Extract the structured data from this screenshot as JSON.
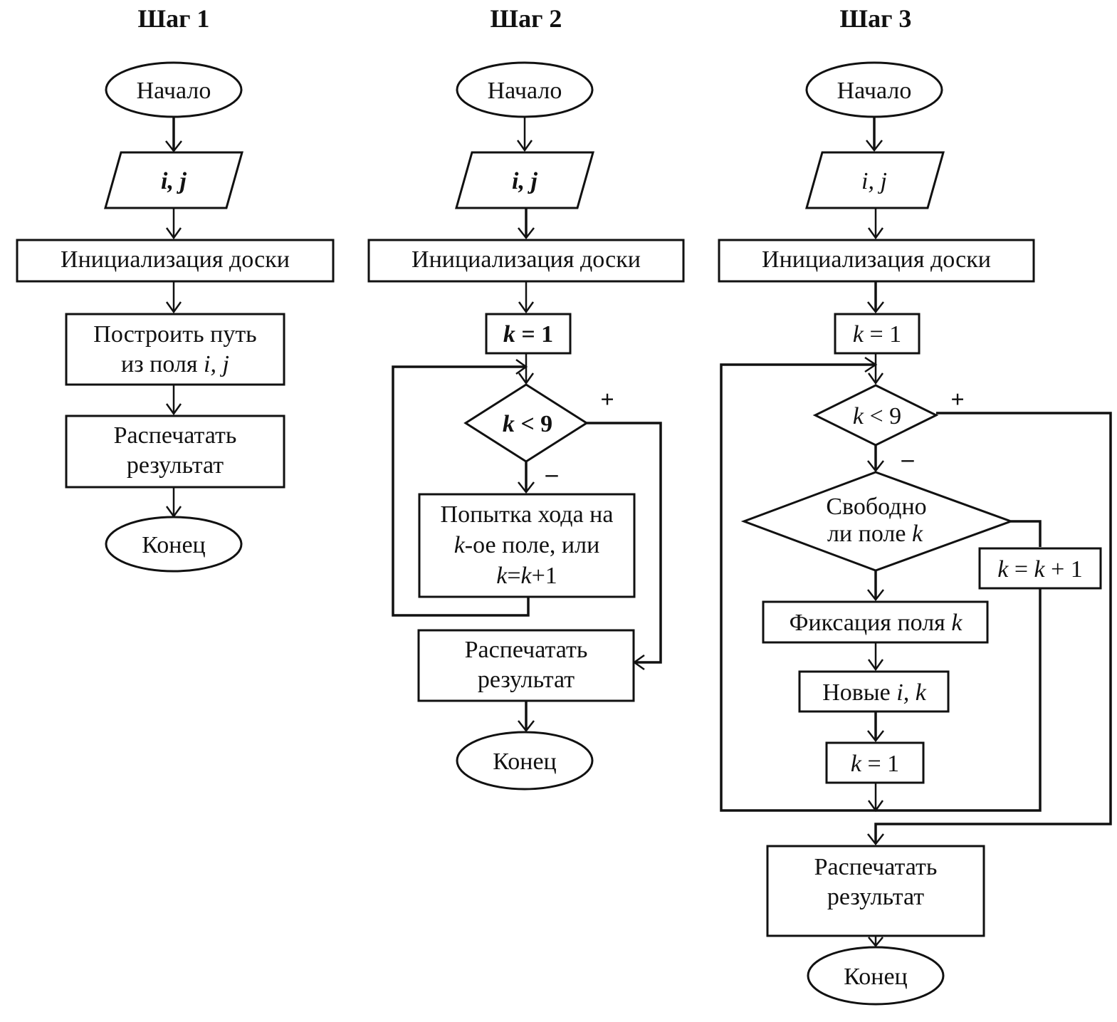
{
  "steps": [
    {
      "title": "Шаг 1",
      "start": "Начало",
      "input": "i, j",
      "init": "Инициализация доски",
      "build_line1": "Построить путь",
      "build_line2_prefix": "из поля ",
      "build_line2_vars": "i, j",
      "print_line1": "Распечатать",
      "print_line2": "результат",
      "end": "Конец"
    },
    {
      "title": "Шаг 2",
      "start": "Начало",
      "input": "i, j",
      "init": "Инициализация доски",
      "k_init_var": "k",
      "k_init_rest": " = 1",
      "cond_var": "k",
      "cond_rest": " < 9",
      "plus": "+",
      "minus": "–",
      "try_line1": "Попытка хода на",
      "try_line2_var": "k",
      "try_line2_rest": "-ое поле, или",
      "try_line3_var1": "k",
      "try_line3_mid": "=",
      "try_line3_var2": "k",
      "try_line3_rest": "+1",
      "print_line1": "Распечатать",
      "print_line2": "результат",
      "end": "Конец"
    },
    {
      "title": "Шаг 3",
      "start": "Начало",
      "input": "i, j",
      "init": "Инициализация доски",
      "k_init_var": "k",
      "k_init_rest": " = 1",
      "cond_var": "k",
      "cond_rest": " < 9",
      "plus": "+",
      "minus": "–",
      "free_line1": "Свободно",
      "free_line2_prefix": "ли поле ",
      "free_line2_var": "k",
      "inc_var1": "k",
      "inc_mid": " = ",
      "inc_var2": "k",
      "inc_rest": " + 1",
      "fix_prefix": "Фиксация поля ",
      "fix_var": "k",
      "new_prefix": "Новые ",
      "new_vars": "i, k",
      "k_reset_var": "k",
      "k_reset_rest": " = 1",
      "print_line1": "Распечатать",
      "print_line2": "результат",
      "end": "Конец"
    }
  ]
}
